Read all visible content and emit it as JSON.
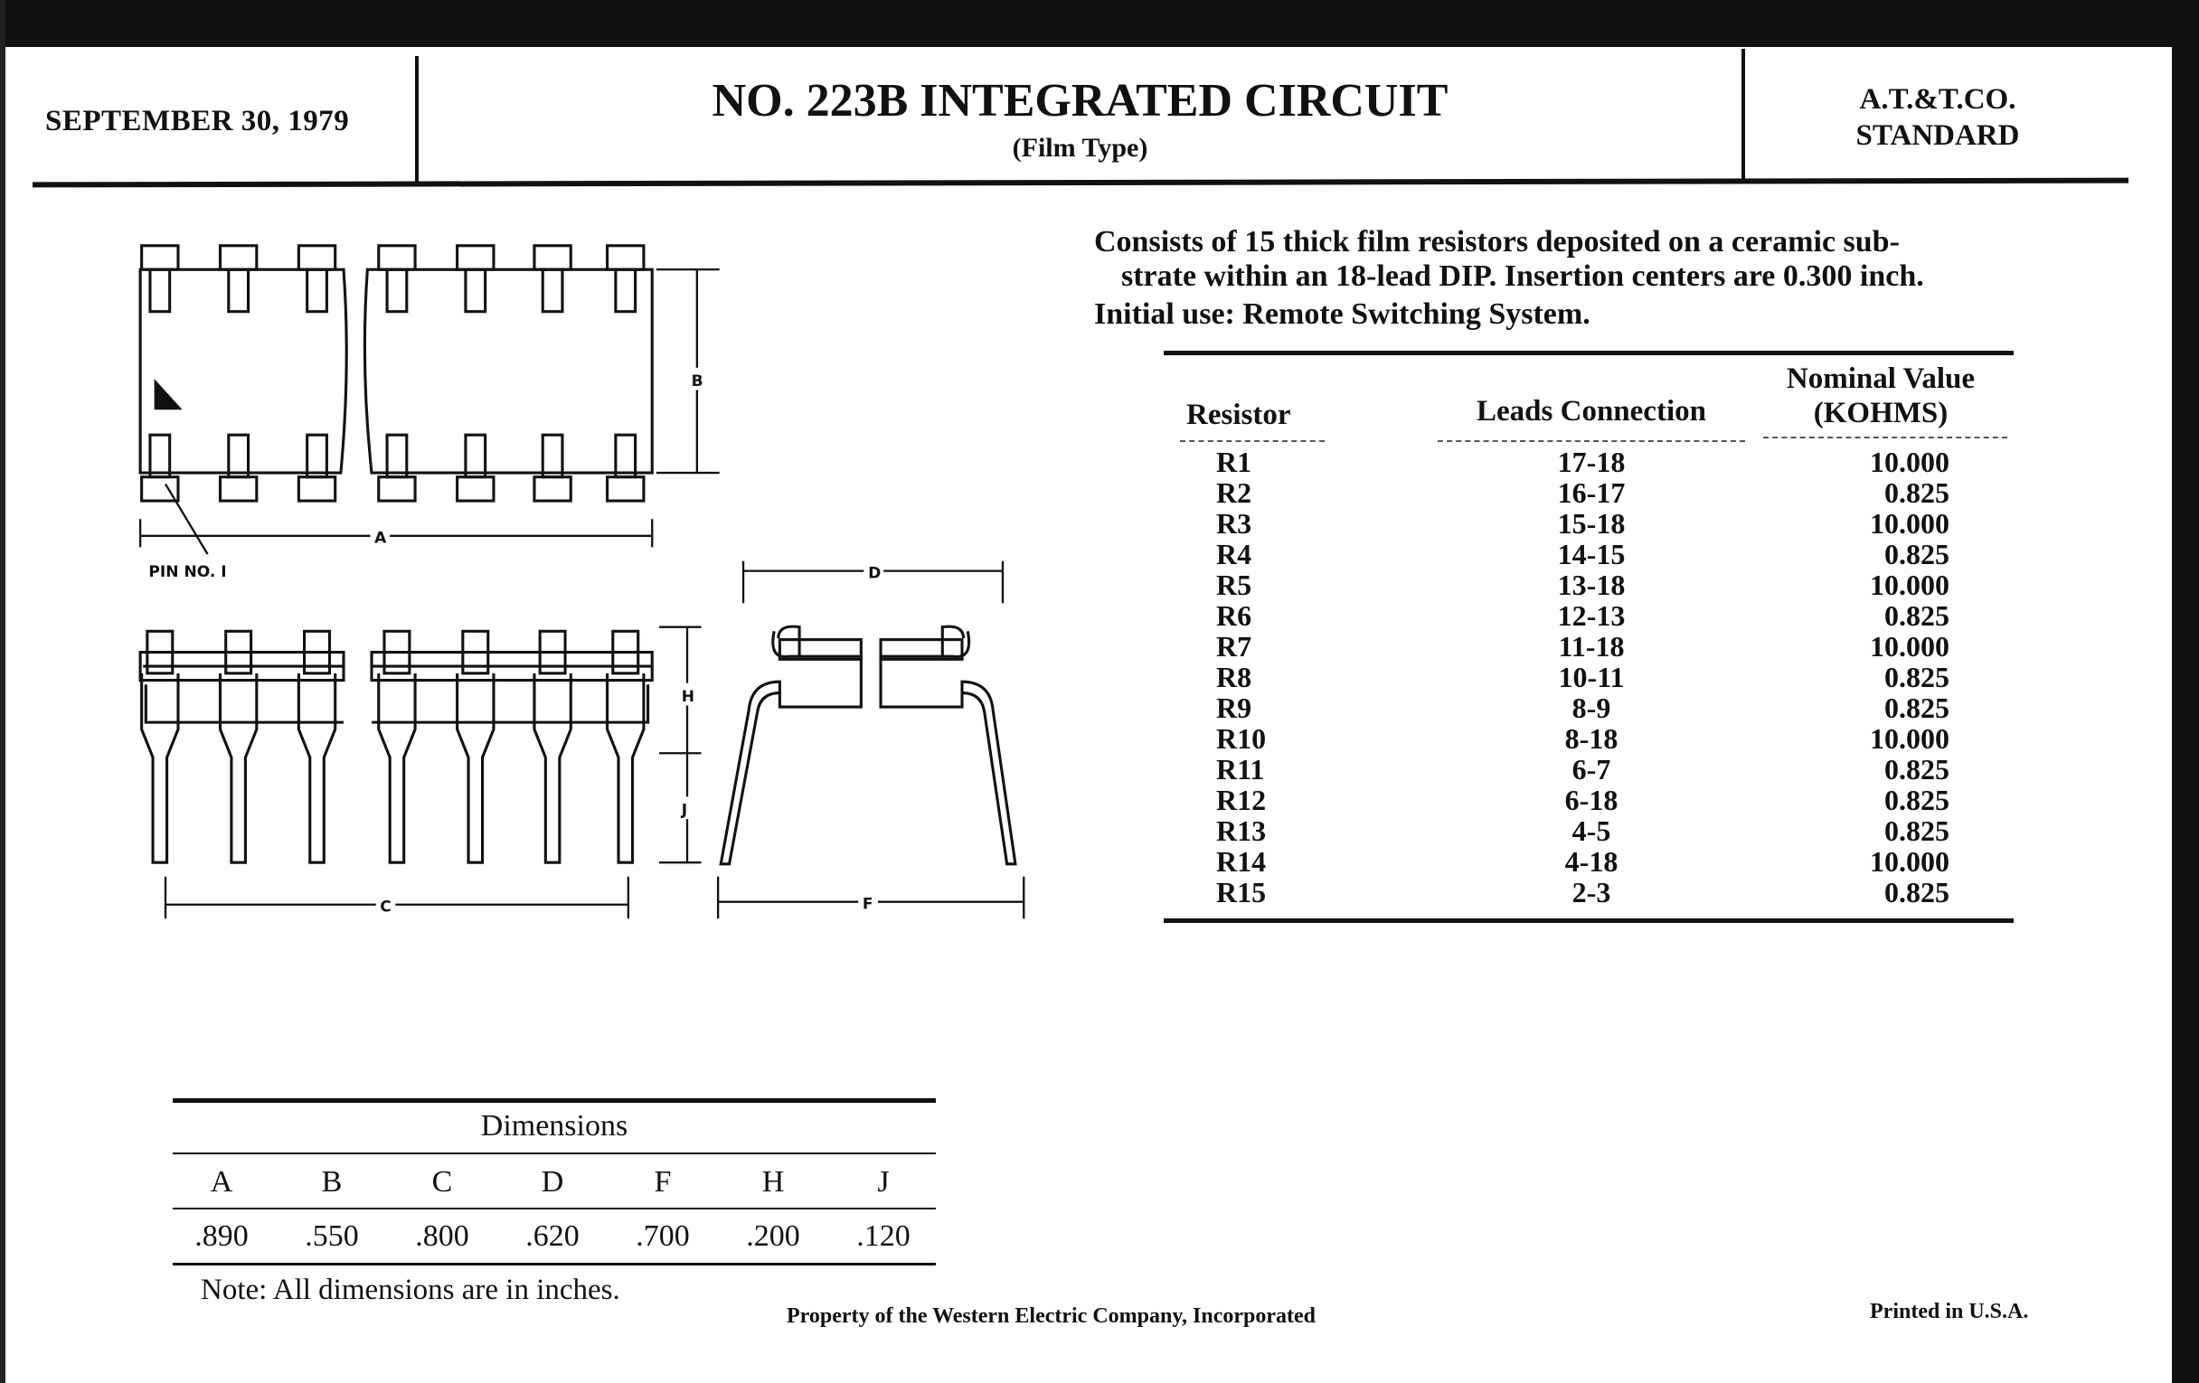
{
  "header": {
    "date": "SEPTEMBER 30, 1979",
    "title": "NO. 223B INTEGRATED CIRCUIT",
    "subtitle": "(Film Type)",
    "standard_line1": "A.T.&T.CO.",
    "standard_line2": "STANDARD"
  },
  "description": {
    "line1": "Consists of 15 thick film resistors deposited on a ceramic sub-",
    "line2": "strate within an 18-lead DIP. Insertion centers are 0.300 inch.",
    "initial_use": "Initial use: Remote Switching System."
  },
  "drawing_labels": {
    "a": "A",
    "b": "B",
    "c": "C",
    "d": "D",
    "f": "F",
    "h": "H",
    "j": "J",
    "pin1": "PIN NO. I"
  },
  "resistor_table": {
    "headers": {
      "resistor": "Resistor",
      "leads": "Leads Connection",
      "nominal_1": "Nominal Value",
      "nominal_2": "(KOHMS)"
    },
    "rows": [
      {
        "resistor": "R1",
        "leads": "17-18",
        "value": "10.000"
      },
      {
        "resistor": "R2",
        "leads": "16-17",
        "value": "0.825"
      },
      {
        "resistor": "R3",
        "leads": "15-18",
        "value": "10.000"
      },
      {
        "resistor": "R4",
        "leads": "14-15",
        "value": "0.825"
      },
      {
        "resistor": "R5",
        "leads": "13-18",
        "value": "10.000"
      },
      {
        "resistor": "R6",
        "leads": "12-13",
        "value": "0.825"
      },
      {
        "resistor": "R7",
        "leads": "11-18",
        "value": "10.000"
      },
      {
        "resistor": "R8",
        "leads": "10-11",
        "value": "0.825"
      },
      {
        "resistor": "R9",
        "leads": "8-9",
        "value": "0.825"
      },
      {
        "resistor": "R10",
        "leads": "8-18",
        "value": "10.000"
      },
      {
        "resistor": "R11",
        "leads": "6-7",
        "value": "0.825"
      },
      {
        "resistor": "R12",
        "leads": "6-18",
        "value": "0.825"
      },
      {
        "resistor": "R13",
        "leads": "4-5",
        "value": "0.825"
      },
      {
        "resistor": "R14",
        "leads": "4-18",
        "value": "10.000"
      },
      {
        "resistor": "R15",
        "leads": "2-3",
        "value": "0.825"
      }
    ]
  },
  "dimensions_table": {
    "title": "Dimensions",
    "headers": [
      "A",
      "B",
      "C",
      "D",
      "F",
      "H",
      "J"
    ],
    "values": [
      ".890",
      ".550",
      ".800",
      ".620",
      ".700",
      ".200",
      ".120"
    ],
    "note": "Note: All dimensions are in inches."
  },
  "footer": {
    "property": "Property of the Western Electric Company, Incorporated",
    "printed": "Printed in U.S.A."
  }
}
